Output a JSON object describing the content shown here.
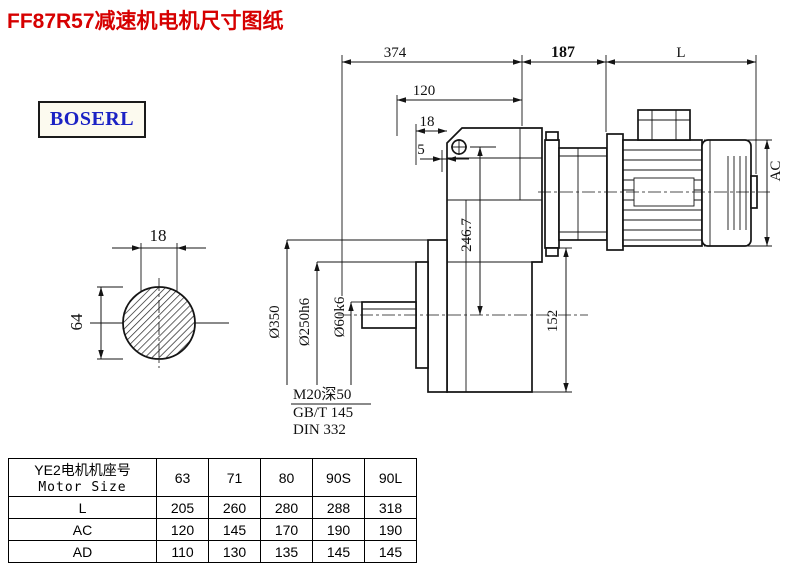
{
  "page": {
    "title": "FF87R57减速机电机尺寸图纸",
    "brand": "BOSERL"
  },
  "drawing": {
    "dims": {
      "t374": "374",
      "t187": "187",
      "tL": "L",
      "t120": "120",
      "t18": "18",
      "t5": "5",
      "dia350": "Ø350",
      "dia250": "Ø250h6",
      "dia60": "Ø60k6",
      "h246": "246.7",
      "h152": "152",
      "ac": "AC",
      "key18": "18",
      "d64": "64"
    },
    "notes": {
      "tap": "M20深50",
      "thread": "GB/T 145",
      "center_hole": "DIN 332"
    }
  },
  "table": {
    "header_cn": "YE2电机机座号",
    "header_en": "Motor Size",
    "sizes": [
      "63",
      "71",
      "80",
      "90S",
      "90L"
    ],
    "rows": [
      {
        "label": "L",
        "values": [
          "205",
          "260",
          "280",
          "288",
          "318"
        ]
      },
      {
        "label": "AC",
        "values": [
          "120",
          "145",
          "170",
          "190",
          "190"
        ]
      },
      {
        "label": "AD",
        "values": [
          "110",
          "130",
          "135",
          "145",
          "145"
        ]
      }
    ]
  }
}
